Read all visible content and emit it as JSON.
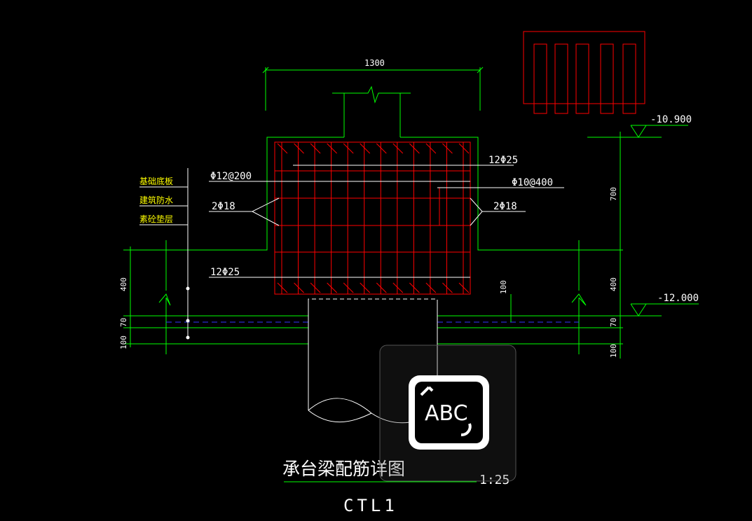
{
  "drawing": {
    "overall_width": "1300",
    "rebar_top_main": "12Φ25",
    "rebar_bottom_main": "12Φ25",
    "stirrups": "Φ12@200",
    "tie_bars": "Φ10@400",
    "side_bars_left": "2Φ18",
    "side_bars_right": "2Φ18",
    "elevation_top": "-10.900",
    "elevation_bottom": "-12.000",
    "dim_right_top": "700",
    "dim_right_mid": "400",
    "dim_right_70": "70",
    "dim_right_100": "100",
    "dim_left_400": "400",
    "dim_left_70": "70",
    "dim_left_100": "100",
    "dim_pile_embed": "100",
    "layer_labels": [
      "基础底板",
      "建筑防水",
      "素砼垫层"
    ],
    "title": "承台梁配筋详图",
    "scale": "1:25",
    "code": "CTL1"
  },
  "overlay": {
    "icon": "text-recognition-icon",
    "icon_text": "ABC"
  },
  "colors": {
    "background": "#000000",
    "outline": "#00ff00",
    "rebar": "#ff0000",
    "text": "#ffffff",
    "label": "#ffff00",
    "waterproof": "#0000ff"
  }
}
